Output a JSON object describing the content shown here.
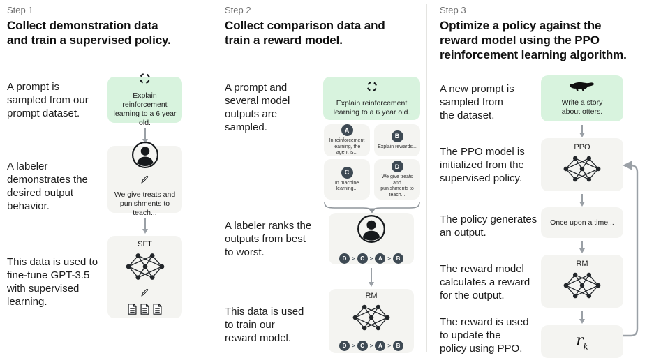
{
  "steps": [
    {
      "label": "Step 1",
      "title": "Collect demonstration data\nand train a supervised policy.",
      "paragraphs": [
        "A prompt is\nsampled from our\nprompt dataset.",
        "A labeler\ndemonstrates the\ndesired output\nbehavior.",
        "This data is used to\nfine-tune GPT-3.5\nwith supervised\nlearning."
      ],
      "prompt_box": "Explain reinforcement\nlearning to a 6 year old.",
      "labeler_caption": "We give treats and\npunishments to teach...",
      "model_label": "SFT"
    },
    {
      "label": "Step 2",
      "title": "Collect comparison data and\ntrain a reward model.",
      "paragraphs": [
        "A prompt and\nseveral model\noutputs are\nsampled.",
        "A labeler ranks the\noutputs from best\nto worst.",
        "This data is used\nto train our\nreward model."
      ],
      "prompt_box": "Explain reinforcement\nlearning to a 6 year old.",
      "outputs": [
        {
          "letter": "A",
          "text": "In reinforcement\nlearning, the\nagent is..."
        },
        {
          "letter": "B",
          "text": "Explain rewards..."
        },
        {
          "letter": "C",
          "text": "In machine\nlearning..."
        },
        {
          "letter": "D",
          "text": "We give treats and\npunishments to\nteach..."
        }
      ],
      "ranking": [
        "D",
        "C",
        "A",
        "B"
      ],
      "ranking_separator": ">",
      "model_label": "RM"
    },
    {
      "label": "Step 3",
      "title": "Optimize a policy against the\nreward model using the PPO\nreinforcement learning algorithm.",
      "paragraphs": [
        "A new prompt is\nsampled from\nthe dataset.",
        "The PPO model is\ninitialized from the\nsupervised policy.",
        "The policy generates\nan output.",
        "The reward model\ncalculates a reward\nfor the output.",
        "The reward is used\nto update the\npolicy using PPO."
      ],
      "prompt_box": "Write a story\nabout otters.",
      "ppo_label": "PPO",
      "output_text": "Once upon a time...",
      "rm_label": "RM",
      "reward_main": "r",
      "reward_sub": "k"
    }
  ],
  "colors": {
    "prompt_green": "#d8f3de",
    "panel_gray": "#f4f4f1",
    "chip_dark": "#3e4a54",
    "arrow_gray": "#9aa0a6",
    "divider": "#e4e4e1",
    "step_label_gray": "#6f6f6f"
  },
  "icons": {
    "prompt_sampling": "cycle-icon",
    "labeler": "person-icon",
    "writing": "pencil-icon",
    "data": "document-icon",
    "model": "neural-network-icon",
    "otter_prompt": "otter-icon"
  }
}
